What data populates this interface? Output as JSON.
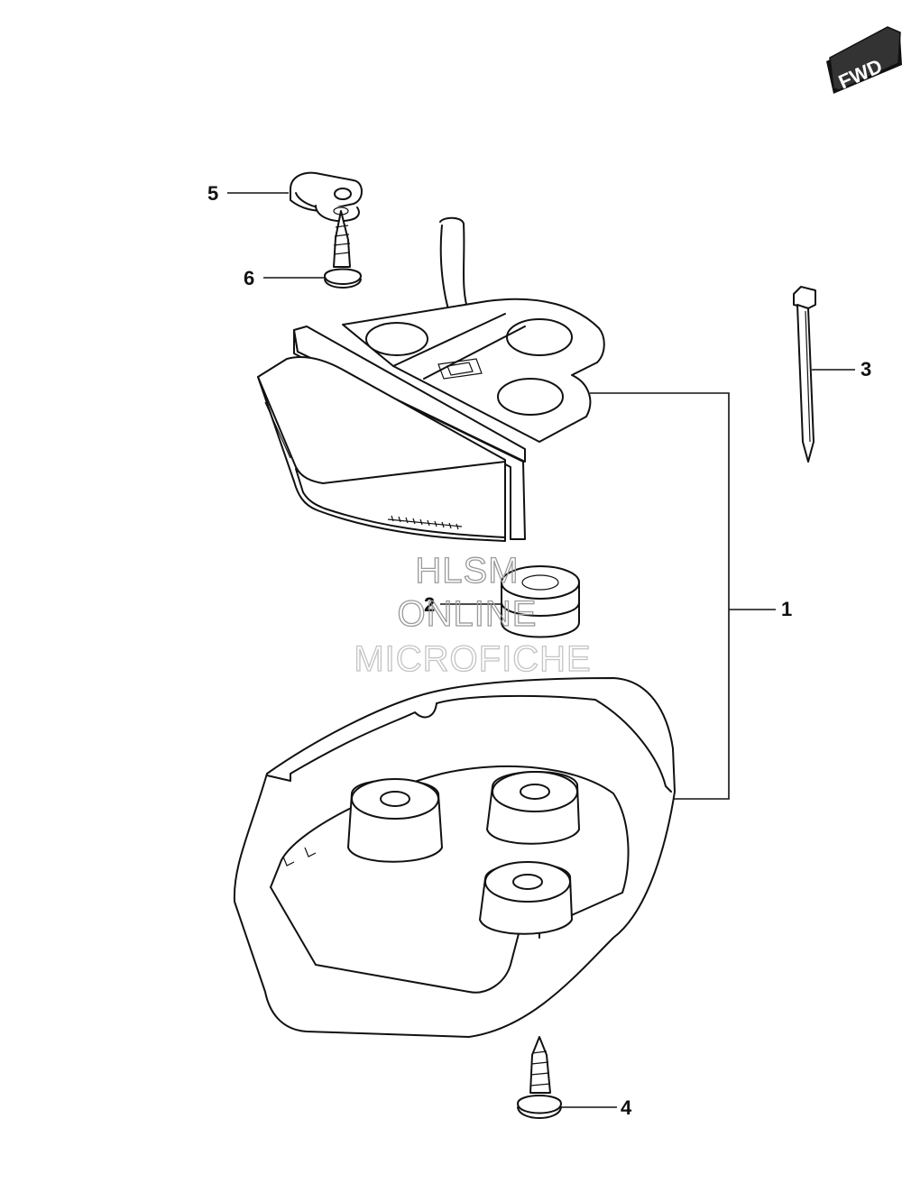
{
  "fwd_label": "FWD",
  "callouts": [
    {
      "id": "1",
      "label": "1"
    },
    {
      "id": "2",
      "label": "2"
    },
    {
      "id": "3",
      "label": "3"
    },
    {
      "id": "4",
      "label": "4"
    },
    {
      "id": "5",
      "label": "5"
    },
    {
      "id": "6",
      "label": "6"
    }
  ],
  "watermark": {
    "line1": "HLSM",
    "line2": "ONLINE",
    "line3": "MICROFICHE"
  }
}
